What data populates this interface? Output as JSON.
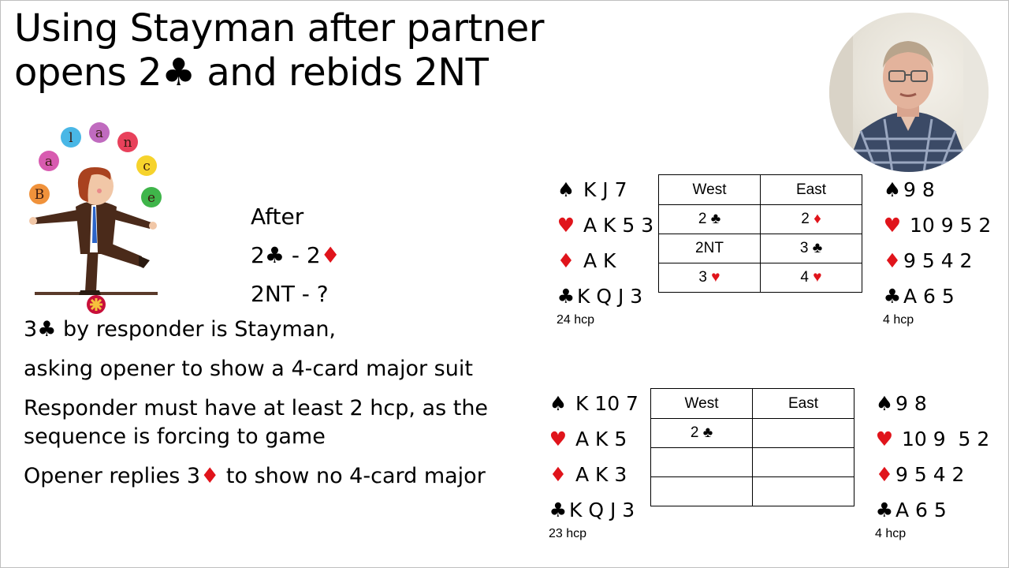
{
  "slide": {
    "title_bold": "Using Stayman",
    "title_rest": "after partner",
    "title_line2_a": "opens 2",
    "title_line2_b": "and rebids 2NT",
    "club": "♣",
    "diamond": "♦",
    "heart": "♥",
    "spade": "♠"
  },
  "juggler": {
    "letters": [
      "B",
      "a",
      "l",
      "a",
      "n",
      "c",
      "e"
    ],
    "colors": [
      "#f0923b",
      "#d85bb0",
      "#49b7e6",
      "#c06bbf",
      "#e8415b",
      "#f6d32c",
      "#3fb54a"
    ]
  },
  "after": {
    "line1": "After",
    "line2_a": "2",
    "line2_b": " - 2",
    "line3": "2NT - ?"
  },
  "bullets": {
    "b1_a": "3",
    "b1_b": " by responder is Stayman,",
    "b2": "asking opener to show a 4-card major suit",
    "b3_l1": "Responder must have at least 2 hcp, as the",
    "b3_l2": "sequence is forcing to game",
    "b4_a": "Opener replies 3",
    "b4_b": " to show no 4-card major"
  },
  "example1": {
    "west_hand": {
      "spades": "K J 7",
      "hearts": "A K 5 3",
      "diamonds": "A K",
      "clubs": "K Q J 3",
      "hcp": "24 hcp"
    },
    "east_hand": {
      "spades": "9 8",
      "hearts": "10 9 5 2",
      "diamonds": "9 5 4 2",
      "clubs": "A 6 5",
      "hcp": "4 hcp"
    },
    "headers": [
      "West",
      "East"
    ],
    "rows": [
      {
        "west": "2",
        "west_suit": "♣",
        "west_red": false,
        "east": "2",
        "east_suit": "♦",
        "east_red": true
      },
      {
        "west": "2NT",
        "west_suit": "",
        "west_red": false,
        "east": "3",
        "east_suit": "♣",
        "east_red": false
      },
      {
        "west": "3",
        "west_suit": "♥",
        "west_red": true,
        "east": "4",
        "east_suit": "♥",
        "east_red": true
      }
    ]
  },
  "example2": {
    "west_hand": {
      "spades": "K 10 7",
      "hearts": "A K 5",
      "diamonds": "A K 3",
      "clubs": "K Q J 3",
      "hcp": "23 hcp"
    },
    "east_hand": {
      "spades": "9 8",
      "hearts": "10 9  5 2",
      "diamonds": "9 5 4 2",
      "clubs": "A 6 5",
      "hcp": "4 hcp"
    },
    "headers": [
      "West",
      "East"
    ],
    "rows": [
      {
        "west": "2",
        "west_suit": "♣",
        "west_red": false,
        "east": "",
        "east_suit": "",
        "east_red": false
      },
      {
        "west": "",
        "west_suit": "",
        "west_red": false,
        "east": "",
        "east_suit": "",
        "east_red": false
      },
      {
        "west": "",
        "west_suit": "",
        "west_red": false,
        "east": "",
        "east_suit": "",
        "east_red": false
      }
    ]
  }
}
